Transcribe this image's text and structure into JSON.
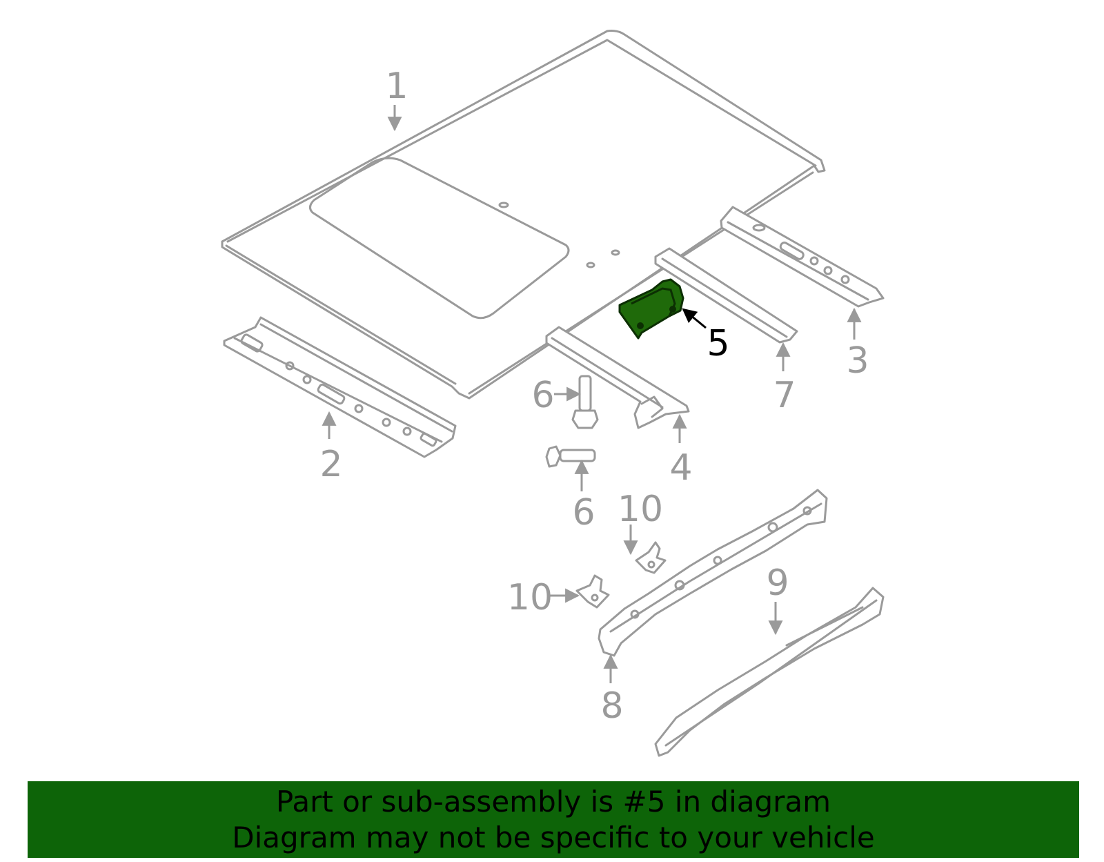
{
  "diagram": {
    "callouts": [
      "1",
      "2",
      "3",
      "4",
      "5",
      "6",
      "6",
      "7",
      "8",
      "9",
      "10",
      "10"
    ],
    "highlighted_part": "5",
    "colors": {
      "part_line": "#9a9a9a",
      "highlight_fill": "#1f6a0a",
      "banner_bg": "#0d6408"
    }
  },
  "banner": {
    "line1": "Part or sub-assembly is #5 in diagram",
    "line2": "Diagram may not be specific to your vehicle"
  }
}
